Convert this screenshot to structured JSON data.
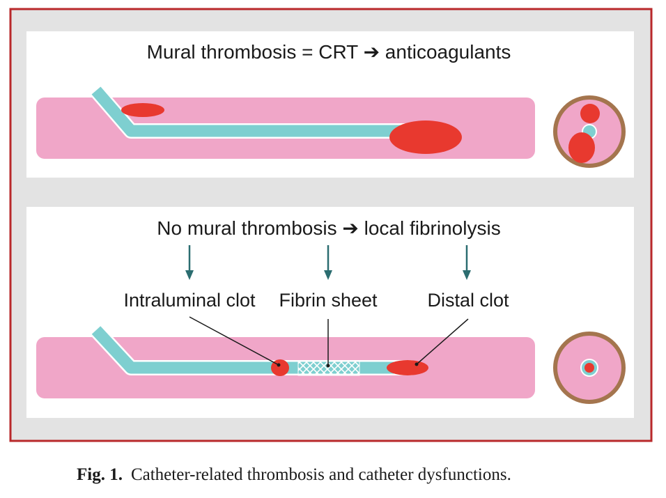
{
  "colors": {
    "frame": "#b9292b",
    "background": "#e3e3e3",
    "panel": "#ffffff",
    "vessel": "#f0a6c8",
    "catheter": "#7ecfd0",
    "clot": "#e8392f",
    "vessel_wall": "#a4754e",
    "arrow": "#2b6d70"
  },
  "top_panel": {
    "title": "Mural thrombosis = CRT ➔ anticoagulants"
  },
  "bottom_panel": {
    "title": "No mural thrombosis ➔ local fibrinolysis",
    "labels": {
      "intraluminal": "Intraluminal clot",
      "fibrin": "Fibrin sheet",
      "distal": "Distal clot"
    }
  },
  "caption": {
    "label": "Fig. 1.",
    "text": "Catheter-related thrombosis and catheter dysfunctions."
  }
}
